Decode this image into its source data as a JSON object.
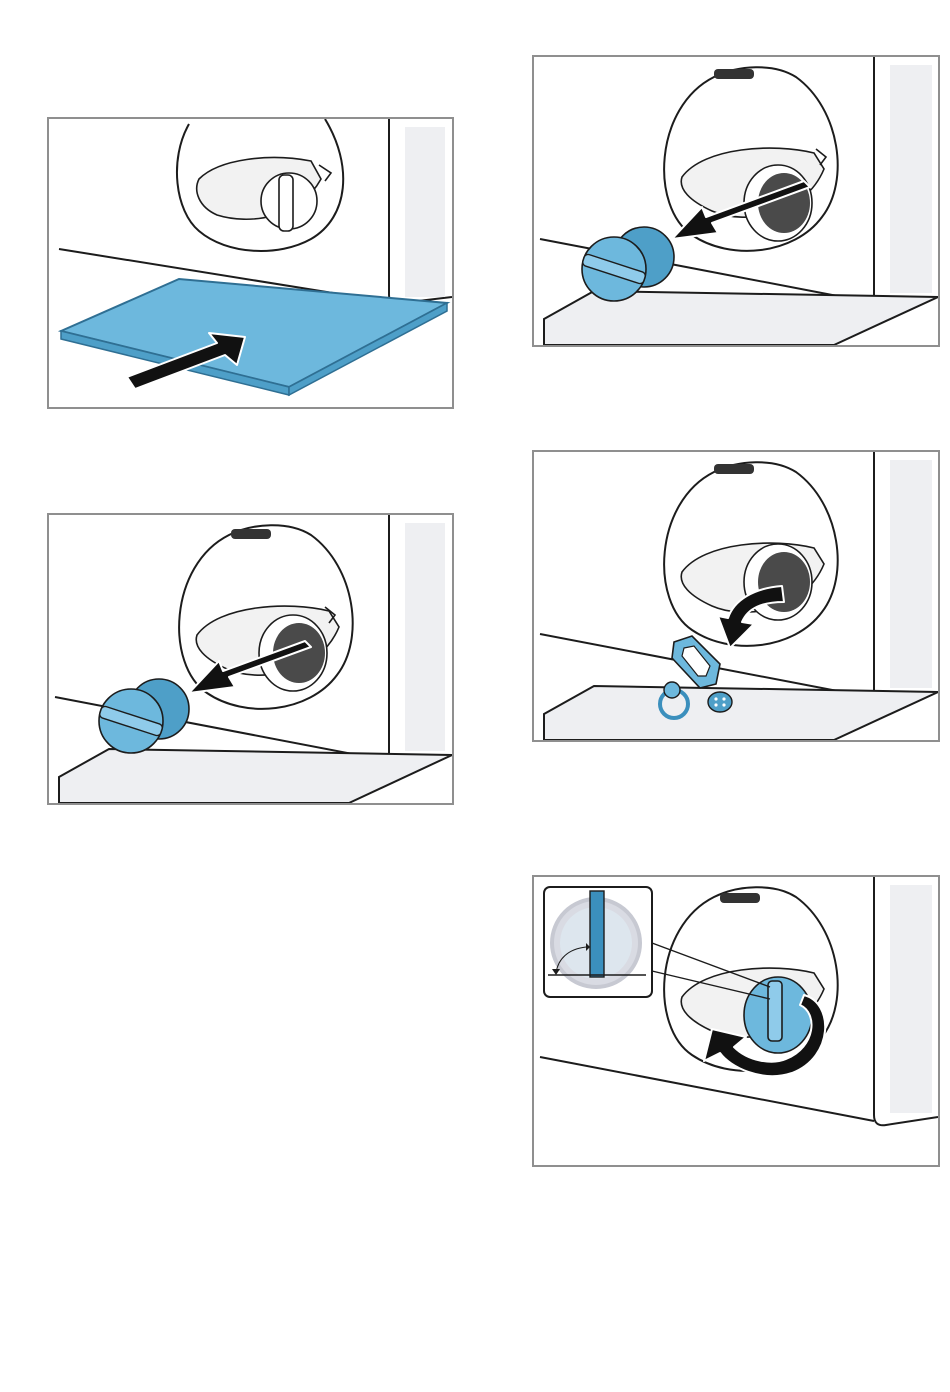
{
  "colors": {
    "accent_blue": "#6db8dd",
    "accent_dark": "#2f6f93",
    "outline": "#1c1c1c",
    "frame": "#8f8f8f",
    "tray_fill": "#eeeff2",
    "opening_dark": "#4a4a4a"
  },
  "steps": [
    {
      "id": "step-1",
      "depicts": [
        "flat-container-placed-under-pump-cover"
      ],
      "icons": [
        "arrow-push-icon"
      ]
    },
    {
      "id": "step-2",
      "depicts": [
        "pump-cap-unscrewed-and-pulled-out"
      ],
      "icons": [
        "arrow-pull-icon"
      ]
    },
    {
      "id": "step-3",
      "depicts": [
        "pump-cap-removed-water-drains"
      ],
      "icons": [
        "arrow-pull-icon"
      ]
    },
    {
      "id": "step-4",
      "depicts": [
        "foreign-objects-removed-from-pump"
      ],
      "icons": [
        "arrow-curved-icon"
      ]
    },
    {
      "id": "step-5",
      "depicts": [
        "pump-cap-reinserted-and-turned-vertical"
      ],
      "icons": [
        "arrow-rotate-icon",
        "handle-alignment-icon"
      ]
    }
  ]
}
